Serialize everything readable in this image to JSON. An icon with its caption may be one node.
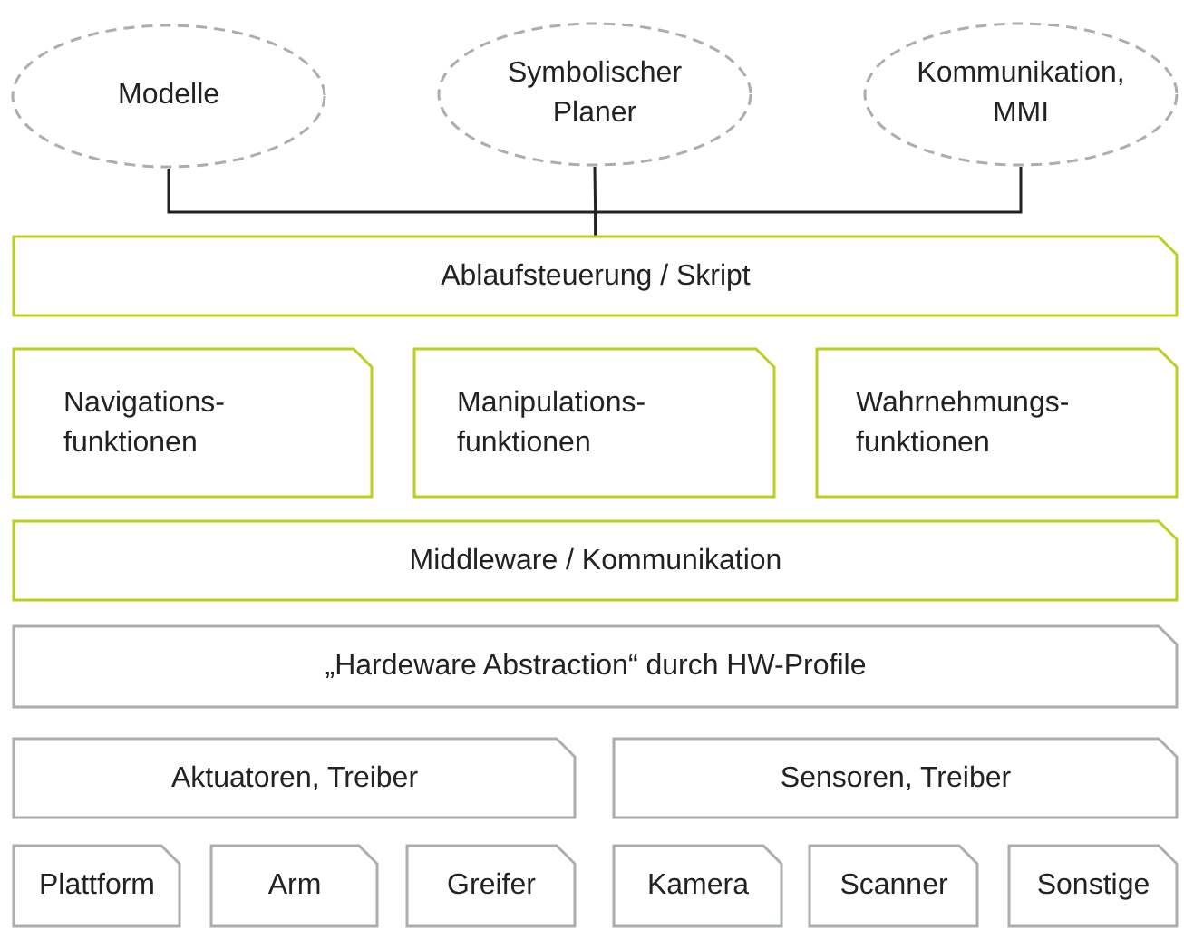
{
  "diagram": {
    "nodes": [
      {
        "text": [
          "Modelle"
        ]
      },
      {
        "text": [
          "Symbolischer Planer"
        ]
      },
      {
        "text": [
          "Kommunikation, MMI"
        ]
      },
      {
        "text": [
          "Ablaufsteuerung / Skript"
        ]
      },
      {
        "text": [
          "Navigations- funktionen"
        ]
      },
      {
        "text": [
          "Manipulations- funktionen"
        ]
      },
      {
        "text": [
          "Wahrnehmungs- funktionen"
        ]
      },
      {
        "text": [
          "Middleware / Kommunikation"
        ]
      },
      {
        "text": [
          "„Hardeware Abstraction“ durch HW-Profile"
        ]
      },
      {
        "text": [
          "Aktuatoren, Treiber"
        ]
      },
      {
        "text": [
          "Sensoren, Treiber"
        ]
      },
      {
        "text": [
          "Plattform"
        ]
      },
      {
        "text": [
          "Arm"
        ]
      },
      {
        "text": [
          "Greifer"
        ]
      },
      {
        "text": [
          "Kamera"
        ]
      },
      {
        "text": [
          "Scanner"
        ]
      },
      {
        "text": [
          "Sonstige"
        ]
      }
    ],
    "edges": [
      {
        "from": 0,
        "to": 3,
        "arrow": "none"
      },
      {
        "from": 1,
        "to": 3,
        "arrow": "none"
      },
      {
        "from": 2,
        "to": 3,
        "arrow": "none"
      }
    ]
  }
}
